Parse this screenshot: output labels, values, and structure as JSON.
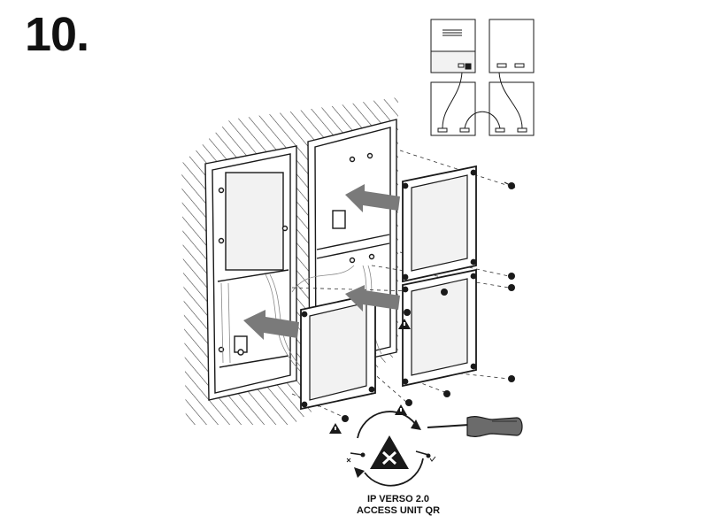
{
  "step": {
    "number": "10."
  },
  "product": {
    "line1": "IP VERSO 2.0",
    "line2": "ACCESS UNIT QR"
  },
  "colors": {
    "ink": "#1a1a1a",
    "arrow": "#7a7a7a",
    "panel_fill": "#f2f2f2",
    "screwdriver_handle": "#6b6b6b"
  },
  "icons": [
    "warning-icon",
    "no-screw-icon",
    "screwdriver-icon",
    "screw-icon",
    "rotate-arrow-icon"
  ]
}
